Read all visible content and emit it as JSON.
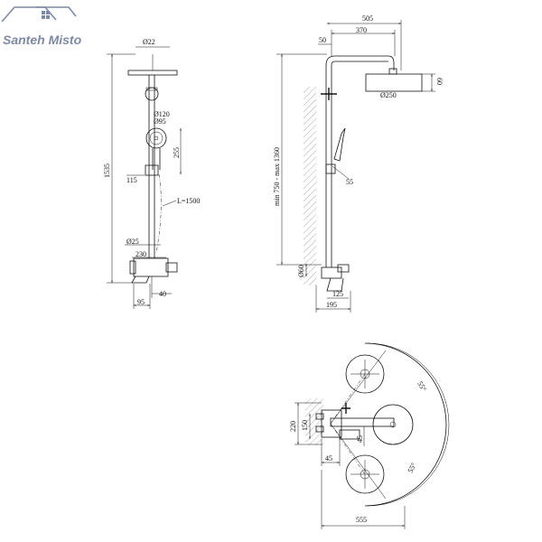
{
  "logo": {
    "text": "Santeh Misto",
    "icon": "house-roof-icon",
    "color": "#7c8aa6"
  },
  "front_view": {
    "d_head": "Ø22",
    "d_hand1": "Ø120",
    "d_hand2": "Ø95",
    "h_hand": "255",
    "total_height": "1535",
    "arm_115": "115",
    "hose": "L=1500",
    "d_pipe": "Ø25",
    "spout_230": "230",
    "off_40": "40",
    "base_95": "95"
  },
  "side_view": {
    "w_505": "505",
    "w_370": "370",
    "off_50": "50",
    "h_60": "60",
    "d_head": "Ø250",
    "adjust": "min 750 - max 1360",
    "s_55": "55",
    "d_60": "Ø60",
    "s_125": "125",
    "s_195": "195"
  },
  "top_view": {
    "angle1": "55°",
    "angle2": "55°",
    "h_220": "220",
    "h_150": "150",
    "h_45": "45",
    "w_45": "45",
    "w_555": "555"
  }
}
